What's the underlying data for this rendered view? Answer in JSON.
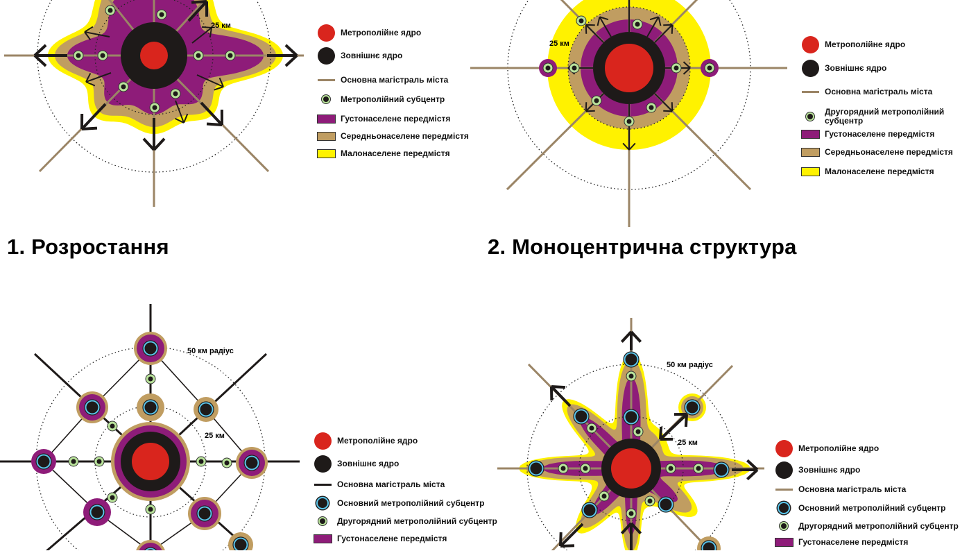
{
  "colors": {
    "red": "#d9251d",
    "black": "#1e1a19",
    "tan": "#c09d61",
    "purple": "#8e1c79",
    "yellow": "#fff200",
    "road": "#9b8566",
    "green": "#b9e39b",
    "cyan": "#5bc6ec"
  },
  "panels": [
    {
      "title": "1. Розростання",
      "label_25": "25 км",
      "legend": [
        {
          "icon": "metro-core",
          "label": "Метрополійне ядро"
        },
        {
          "icon": "outer-core",
          "label": "Зовнішнє ядро"
        },
        {
          "icon": "road-tan",
          "label": "Основна магістраль міста"
        },
        {
          "icon": "sub-center",
          "label": "Метрополійний субцентр"
        },
        {
          "icon": "swatch-purple",
          "label": "Густонаселене передмістя"
        },
        {
          "icon": "swatch-tan",
          "label": "Середньонаселене передмістя"
        },
        {
          "icon": "swatch-yellow",
          "label": "Малонаселене передмістя"
        }
      ]
    },
    {
      "title": "2. Моноцентрична структура",
      "label_25": "25 км",
      "legend": [
        {
          "icon": "metro-core",
          "label": "Метрополійне ядро"
        },
        {
          "icon": "outer-core",
          "label": "Зовнішнє ядро"
        },
        {
          "icon": "road-tan",
          "label": "Основна магістраль міста"
        },
        {
          "icon": "sub-center",
          "label": "Другорядний метрополійний субцентр"
        },
        {
          "icon": "swatch-purple",
          "label": "Густонаселене передмістя"
        },
        {
          "icon": "swatch-tan",
          "label": "Середньонаселене передмістя"
        },
        {
          "icon": "swatch-yellow",
          "label": "Малонаселене передмістя"
        }
      ]
    },
    {
      "label_25": "25 км",
      "label_50": "50 км радіус",
      "legend": [
        {
          "icon": "metro-core",
          "label": "Метрополійне ядро"
        },
        {
          "icon": "outer-core",
          "label": "Зовнішнє ядро"
        },
        {
          "icon": "road-black",
          "label": "Основна магістраль міста"
        },
        {
          "icon": "main-sub-center",
          "label": "Основний метрополійний субцентр"
        },
        {
          "icon": "sub-center",
          "label": "Другорядний метрополійний субцентр"
        },
        {
          "icon": "swatch-purple",
          "label": "Густонаселене передмістя"
        }
      ]
    },
    {
      "label_25": "25 км",
      "label_50": "50 км радіус",
      "legend": [
        {
          "icon": "metro-core",
          "label": "Метрополійне ядро"
        },
        {
          "icon": "outer-core",
          "label": "Зовнішнє ядро"
        },
        {
          "icon": "road-tan",
          "label": "Основна магістраль міста"
        },
        {
          "icon": "main-sub-center",
          "label": "Основний метрополійний субцентр"
        },
        {
          "icon": "sub-center",
          "label": "Другорядний метрополійний субцентр"
        },
        {
          "icon": "swatch-purple",
          "label": "Густонаселене передмістя"
        }
      ]
    }
  ]
}
